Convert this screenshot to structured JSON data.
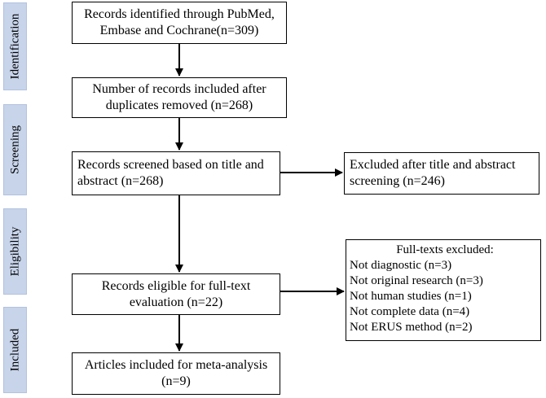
{
  "phases": [
    {
      "key": "identification",
      "label": "Identification"
    },
    {
      "key": "screening",
      "label": "Screening"
    },
    {
      "key": "eligibility",
      "label": "Eligibility"
    },
    {
      "key": "included",
      "label": "Included"
    }
  ],
  "boxes": {
    "identified": [
      "Records identified through PubMed,",
      "Embase and Cochrane(n=309)"
    ],
    "deduplicated": [
      "Number of records included after",
      "duplicates removed (n=268)"
    ],
    "screened": [
      "Records screened based on title and",
      "abstract (n=268)"
    ],
    "excluded_screening": [
      "Excluded after title and abstract",
      "screening (n=246)"
    ],
    "eligible": [
      "Records eligible for full-text",
      "evaluation (n=22)"
    ],
    "included": [
      "Articles included for meta-analysis",
      "(n=9)"
    ]
  },
  "fulltext_excluded": {
    "title": "Full-texts excluded:",
    "items": [
      "Not diagnostic (n=3)",
      "Not original research (n=3)",
      "Not human studies (n=1)",
      "Not complete data (n=4)",
      "Not ERUS method (n=2)"
    ]
  }
}
